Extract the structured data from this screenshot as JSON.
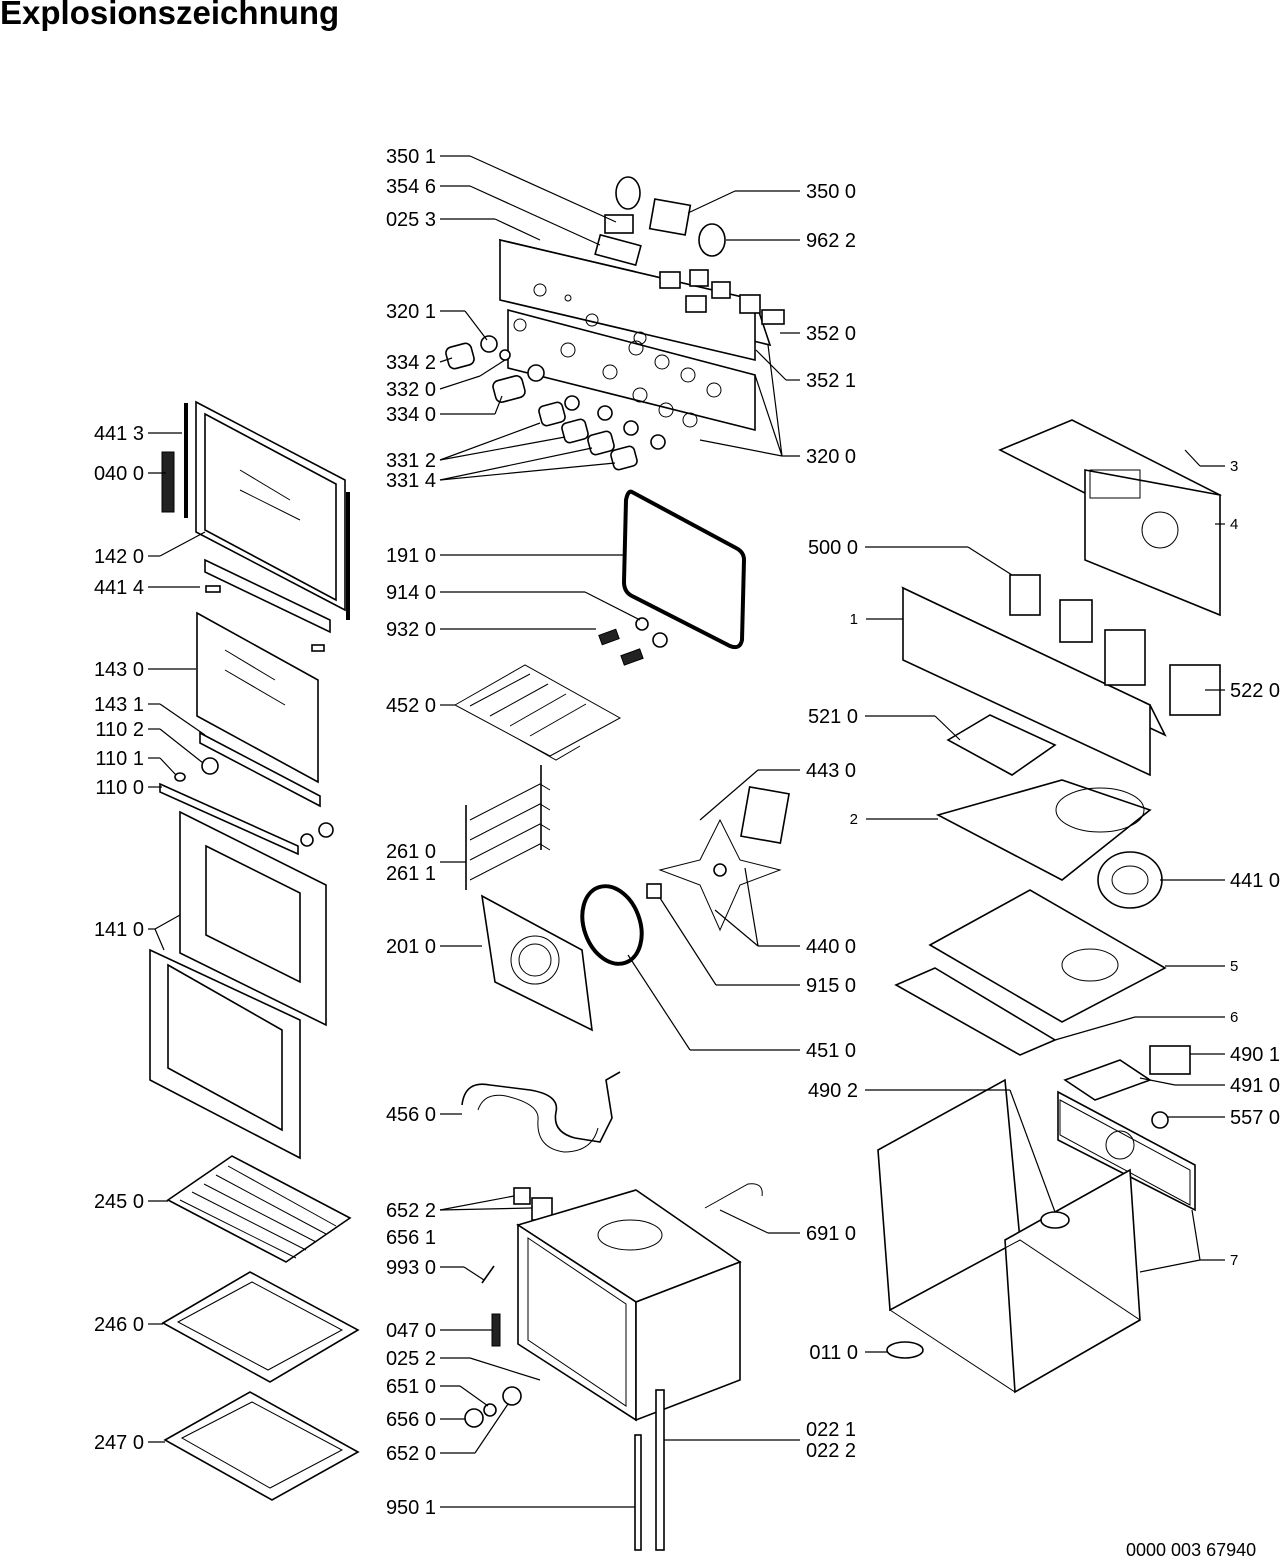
{
  "title": "Explosionszeichnung",
  "document_code": "0000 003 67940",
  "labels": {
    "l3501": "350 1",
    "l3546": "354 6",
    "l0253": "025 3",
    "l3201": "320 1",
    "l3342": "334 2",
    "l3320": "332 0",
    "l3340": "334 0",
    "l3312": "331 2",
    "l3314": "331 4",
    "l3500": "350 0",
    "l9622": "962 2",
    "l3520": "352 0",
    "l3521": "352 1",
    "l3200": "320 0",
    "l4413": "441 3",
    "l0400": "040 0",
    "l1420": "142 0",
    "l4414": "441 4",
    "l1430": "143 0",
    "l1431": "143 1",
    "l1102": "110 2",
    "l1101": "110 1",
    "l1100": "110 0",
    "l1410": "141 0",
    "l2450": "245 0",
    "l2460": "246 0",
    "l2470": "247 0",
    "l1910": "191 0",
    "l9140": "914 0",
    "l9320": "932 0",
    "l4520": "452 0",
    "l2610": "261 0",
    "l2611": "261 1",
    "l2010": "201 0",
    "l4560": "456 0",
    "l6522": "652 2",
    "l6561": "656 1",
    "l9930": "993 0",
    "l0470": "047 0",
    "l0252": "025 2",
    "l6510": "651 0",
    "l6560": "656 0",
    "l6520": "652 0",
    "l9501": "950 1",
    "l5000": "500 0",
    "l5220": "522 0",
    "l5210": "521 0",
    "l4430": "443 0",
    "l4410": "441 0",
    "l4400": "440 0",
    "l9150": "915 0",
    "l4510": "451 0",
    "l4902": "490 2",
    "l4901": "490 1",
    "l4910": "491 0",
    "l5570": "557 0",
    "l6910": "691 0",
    "l0110": "011 0",
    "l0221": "022 1",
    "l0222": "022 2",
    "n1": "1",
    "n2": "2",
    "n3": "3",
    "n4": "4",
    "n5": "5",
    "n6": "6",
    "n7": "7"
  }
}
